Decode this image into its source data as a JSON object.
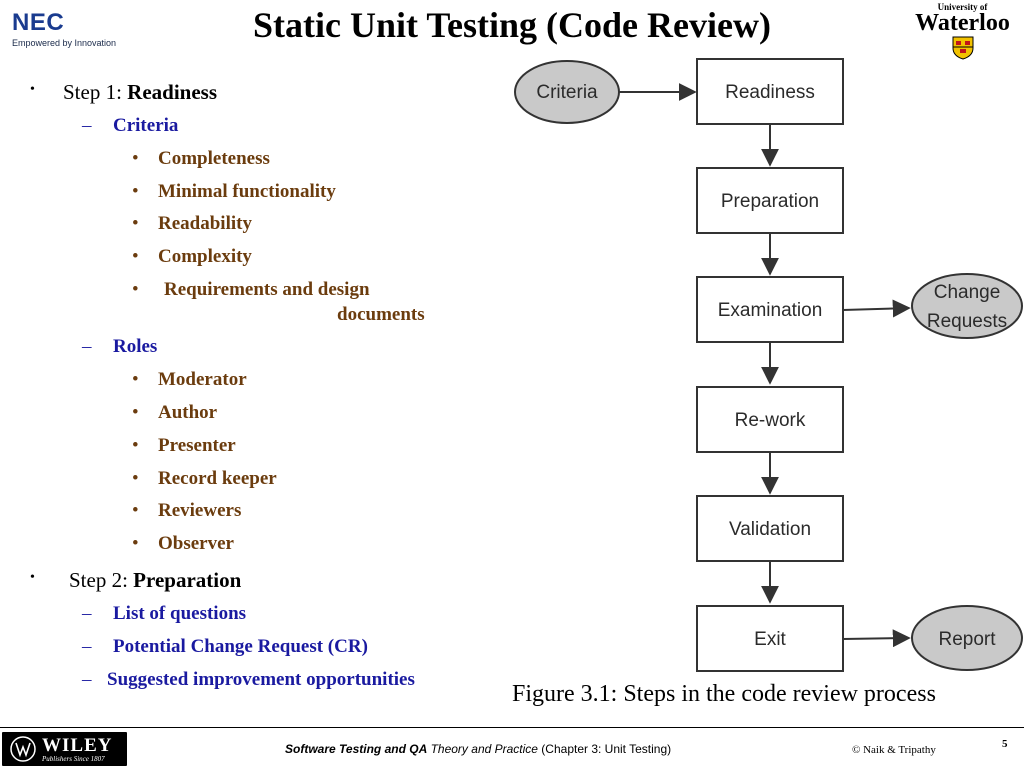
{
  "header": {
    "title": "Static Unit Testing (Code Review)",
    "left_logo": {
      "name": "NEC",
      "tagline": "Empowered by Innovation"
    },
    "right_logo": {
      "prefix": "University of",
      "name": "Waterloo"
    }
  },
  "outline": {
    "step1": {
      "prefix": "Step 1: ",
      "emph": "Readiness"
    },
    "criteria": {
      "label": "Criteria",
      "items": [
        "Completeness",
        "Minimal functionality",
        "Readability",
        "Complexity"
      ],
      "last_item_line1": "Requirements and design",
      "last_item_line2": "documents"
    },
    "roles": {
      "label": "Roles",
      "items": [
        "Moderator",
        "Author",
        "Presenter",
        "Record keeper",
        "Reviewers",
        "Observer"
      ]
    },
    "step2": {
      "prefix": "Step 2: ",
      "emph": "Preparation"
    },
    "step2_items": [
      "List of questions",
      "Potential Change Request (CR)",
      "Suggested improvement opportunities"
    ]
  },
  "diagram": {
    "steps": [
      "Readiness",
      "Preparation",
      "Examination",
      "Re-work",
      "Validation",
      "Exit"
    ],
    "inputs": {
      "criteria": "Criteria"
    },
    "outputs": {
      "change_requests_line1": "Change",
      "change_requests_line2": "Requests",
      "report": "Report"
    },
    "caption": "Figure 3.1: Steps in the code review process",
    "colors": {
      "ellipse_fill": "#c9c9c9",
      "box_fill": "#ffffff",
      "stroke": "#333333"
    }
  },
  "footer": {
    "publisher": "WILEY",
    "publisher_sub": "Publishers Since 1807",
    "book_bold": "Software Testing and QA",
    "book_italic": " Theory and Practice",
    "chapter": " (Chapter 3: Unit Testing)",
    "copyright": "© Naik & Tripathy",
    "page": "5"
  },
  "colors": {
    "level2": "#1a1aa0",
    "level3": "#6b3c0e",
    "nec": "#1a3b8f"
  }
}
